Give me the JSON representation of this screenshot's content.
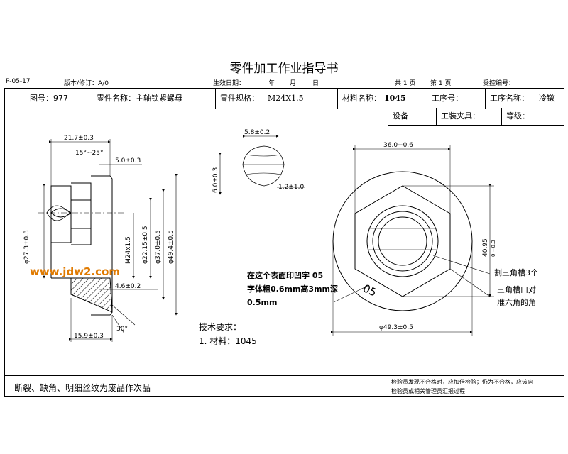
{
  "document": {
    "title": "零件加工作业指导书",
    "doc_code": "P-05-17",
    "version_label": "版本/修订：A/0",
    "effective_date_label": "生效日期：",
    "year_label": "年",
    "month_label": "月",
    "day_label": "日",
    "total_pages": "共 1 页",
    "page_num": "第 1 页",
    "control_no": "受控编号："
  },
  "info_row": {
    "drawing_no": "图号：977",
    "part_name_label": "零件名称：",
    "part_name": "主轴锁紧螺母",
    "spec_label": "零件规格：",
    "spec": "M24X1.5",
    "material_label": "材料名称：",
    "material": "1045",
    "process_no_label": "工序号：",
    "process_name_label": "工序名称：",
    "process_name": "冷镦"
  },
  "info_row2": {
    "equipment": "设备",
    "fixture": "工装夹具：",
    "grade": "等级："
  },
  "drawing_left": {
    "dim_length": "21.7±0.3",
    "dim_angle": "15°~25°",
    "dim_flange": "5.0±0.3",
    "dim_d273": "φ27.3±0.3",
    "dim_thread": "M24x1.5",
    "dim_d2215": "φ22.15±0.5",
    "dim_d370": "φ37.0±0.5",
    "dim_d494": "φ49.4±0.5",
    "dim_46": "4.6±0.2",
    "dim_30deg": "30°",
    "dim_159": "15.9±0.3",
    "watermark": "www.jdw2.com"
  },
  "drawing_mid": {
    "dim_58": "5.8±0.2",
    "dim_60": "6.0±0.3",
    "dim_12": "1.2±1.0"
  },
  "drawing_right": {
    "dim_360": "36.0−0.6",
    "dim_4095": "40.95",
    "dim_4095_tol": "0 −0.3",
    "dim_d493": "φ49.3±0.5",
    "mark_05": "05",
    "note_stamp_1": "在这个表面印凹字 05",
    "note_stamp_2": "字体粗0.6mm高3mm深",
    "note_stamp_3": "0.5mm",
    "note_groove": "割三角槽3个",
    "note_align_1": "三角槽口对",
    "note_align_2": "准六角的角"
  },
  "tech": {
    "heading": "技术要求：",
    "item1": "1. 材料：1045"
  },
  "footer": {
    "defects": "断裂、缺角、明细丝纹为废品作次品",
    "inspect_1": "检验员发现不合格时，应加倍检验；仍为不合格，应该向",
    "inspect_2": "检验员或相关管理员汇报过程"
  }
}
